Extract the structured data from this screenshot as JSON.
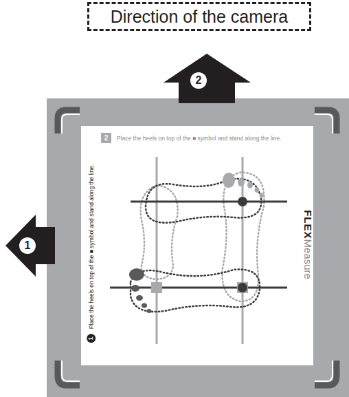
{
  "diagram": {
    "nodes": [
      {
        "text": [
          "Direction of the camera"
        ]
      },
      {
        "text": [
          "2"
        ]
      },
      {
        "text": [
          "1"
        ]
      }
    ],
    "labels": [
      "2",
      "Place the heels on top of the ■ symbol and stand along the line.",
      "1",
      "Place the heels on top of the ■ symbol and stand along the line.",
      "FLEX",
      "Measure"
    ]
  }
}
